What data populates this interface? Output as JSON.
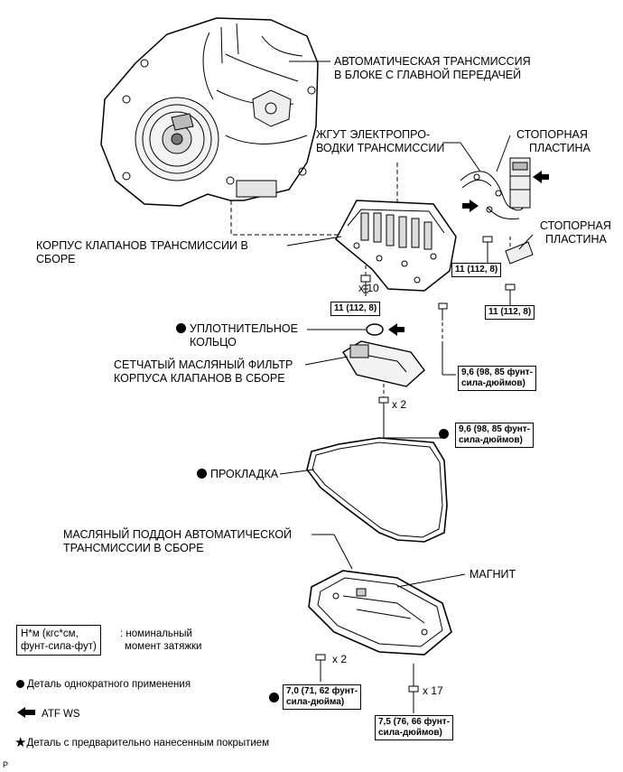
{
  "labels": {
    "transmission": [
      "АВТОМАТИЧЕСКАЯ ТРАНСМИССИЯ",
      "В БЛОКЕ С ГЛАВНОЙ ПЕРЕДАЧЕЙ"
    ],
    "harness": [
      "ЖГУТ ЭЛЕКТРОПРО-",
      "ВОДКИ ТРАНСМИССИИ"
    ],
    "stop_plate_1": [
      "СТОПОРНАЯ",
      "ПЛАСТИНА"
    ],
    "stop_plate_2": [
      "СТОПОРНАЯ",
      "ПЛАСТИНА"
    ],
    "valve_body": [
      "КОРПУС КЛАПАНОВ ТРАНСМИССИИ В",
      "СБОРЕ"
    ],
    "o_ring": [
      "УПЛОТНИТЕЛЬНОЕ",
      "КОЛЬЦО"
    ],
    "strainer": [
      "СЕТЧАТЫЙ МАСЛЯНЫЙ ФИЛЬТР",
      "КОРПУСА КЛАПАНОВ В СБОРЕ"
    ],
    "gasket": "ПРОКЛАДКА",
    "oil_pan": [
      "МАСЛЯНЫЙ ПОДДОН АВТОМАТИЧЕСКОЙ",
      "ТРАНСМИССИИ В СБОРЕ"
    ],
    "magnet": "МАГНИТ"
  },
  "torques": {
    "harness_bolt": "11 (112, 8)",
    "plate_bolt": "11 (112, 8)",
    "valve_body_bolt": "11 (112, 8)",
    "valve_body_bolt_2": [
      "9,6 (98, 85 фунт-",
      "сила-дюймов)"
    ],
    "strainer_bolt": [
      "9,6 (98, 85 фунт-",
      "сила-дюймов)"
    ],
    "pan_bolt_a": [
      "7,0 (71, 62 фунт-",
      "сила-дюйма)"
    ],
    "pan_bolt_b": [
      "7,5 (76, 66 фунт-",
      "сила-дюймов)"
    ]
  },
  "quantities": {
    "valve_body": "x 10",
    "strainer": "x 2",
    "pan_a": "x 2",
    "pan_b": "x 17"
  },
  "legend": {
    "torque_box": [
      "Н*м (кгс*см,",
      "фунт-сила-фут)"
    ],
    "torque_desc": [
      ": номинальный",
      "момент затяжки"
    ],
    "single_use": "Деталь однократного применения",
    "atf": "ATF WS",
    "precoated": "Деталь с предварительно нанесенным покрытием"
  },
  "footer": "P",
  "icons": {
    "single_use": "filled-circle-icon",
    "atf": "left-arrow-icon",
    "precoated": "star-icon"
  }
}
